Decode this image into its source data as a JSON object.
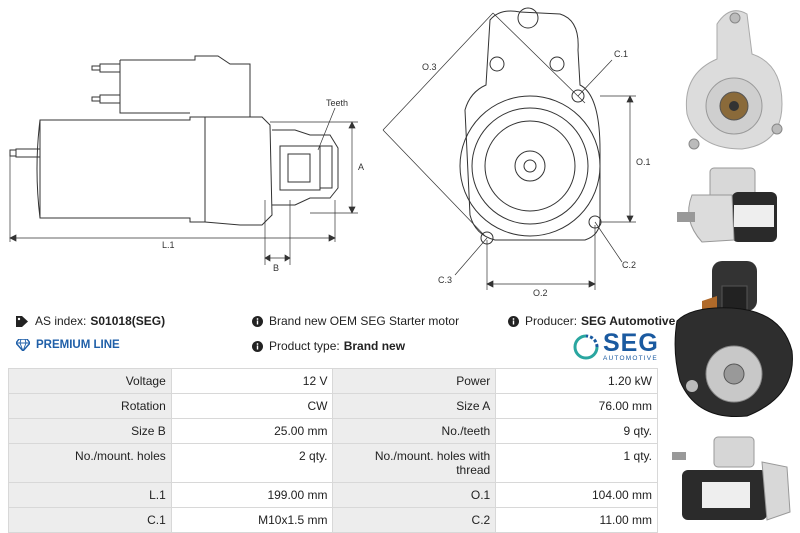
{
  "drawing": {
    "labels": {
      "teeth": "Teeth",
      "a": "A",
      "b": "B",
      "l1": "L.1",
      "o1": "O.1",
      "o2": "O.2",
      "o3": "O.3",
      "c1": "C.1",
      "c2": "C.2",
      "c3": "C.3"
    }
  },
  "info": {
    "as_index_label": "AS index:",
    "as_index_value": "S01018(SEG)",
    "premium_line": "PREMIUM LINE",
    "description": "Brand new OEM SEG Starter motor",
    "product_type_label": "Product type:",
    "product_type_value": "Brand new",
    "producer_label": "Producer:",
    "producer_value": "SEG Automotive"
  },
  "logo": {
    "word": "SEG",
    "sub": "AUTOMOTIVE"
  },
  "specs": [
    {
      "k1": "Voltage",
      "v1": "12 V",
      "k2": "Power",
      "v2": "1.20 kW"
    },
    {
      "k1": "Rotation",
      "v1": "CW",
      "k2": "Size A",
      "v2": "76.00 mm"
    },
    {
      "k1": "Size B",
      "v1": "25.00 mm",
      "k2": "No./teeth",
      "v2": "9 qty."
    },
    {
      "k1": "No./mount. holes",
      "v1": "2 qty.",
      "k2": "No./mount. holes with thread",
      "v2": "1 qty."
    },
    {
      "k1": "L.1",
      "v1": "199.00 mm",
      "k2": "O.1",
      "v2": "104.00 mm"
    },
    {
      "k1": "C.1",
      "v1": "M10x1.5 mm",
      "k2": "C.2",
      "v2": "11.00 mm"
    }
  ],
  "colors": {
    "accent": "#1f5fa8",
    "header_cell": "#ededed"
  }
}
